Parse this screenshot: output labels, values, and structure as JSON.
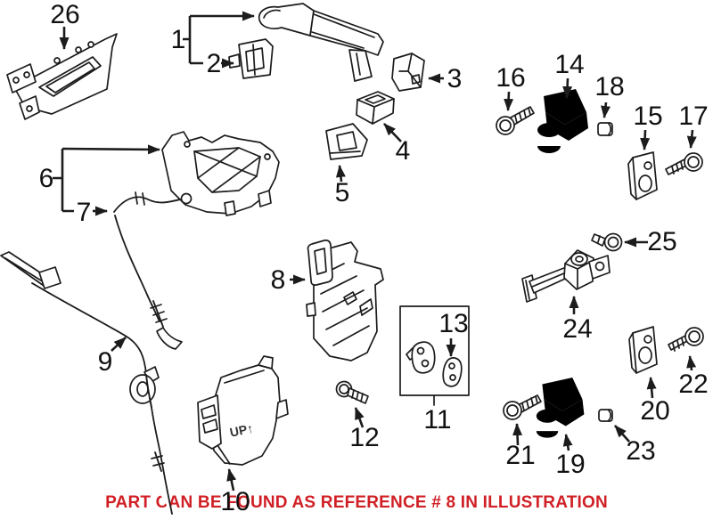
{
  "diagram": {
    "callouts": [
      "1",
      "2",
      "3",
      "4",
      "5",
      "6",
      "7",
      "8",
      "9",
      "10",
      "11",
      "12",
      "13",
      "14",
      "15",
      "16",
      "17",
      "18",
      "19",
      "20",
      "21",
      "22",
      "23",
      "24",
      "25",
      "26"
    ],
    "part_marking": "UP↑",
    "note": {
      "text": "PART CAN BE FOUND AS REFERENCE # 8 IN ILLUSTRATION",
      "color": "#d02026"
    },
    "background": "#ffffff",
    "line_color": "#1c1c1c"
  }
}
